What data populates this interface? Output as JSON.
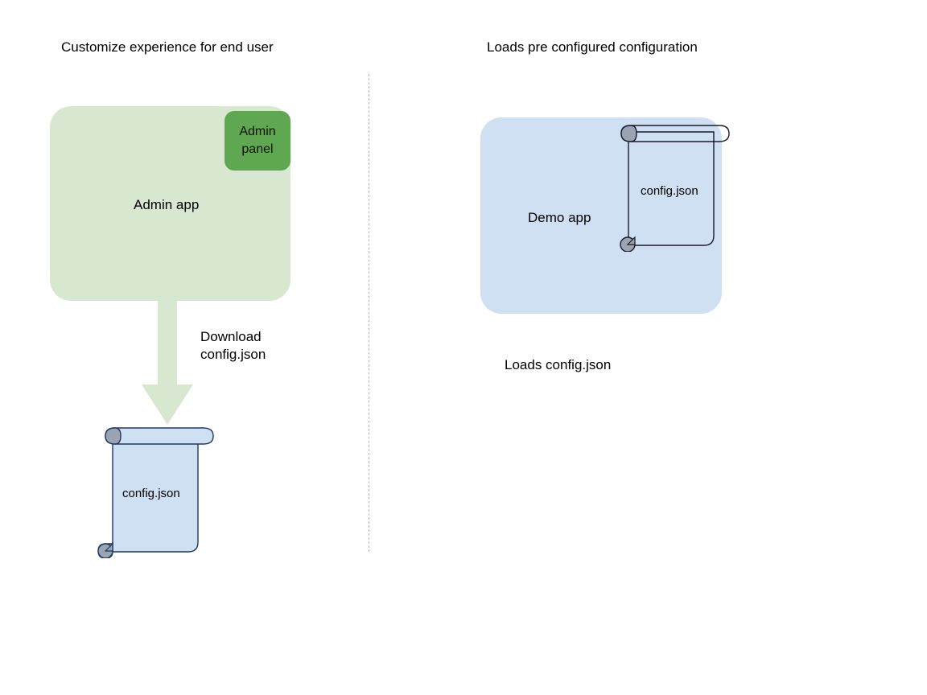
{
  "diagram": {
    "type": "flow-diagram",
    "background": "#ffffff",
    "headings": {
      "left": "Customize experience for end user",
      "right": "Loads pre configured configuration"
    },
    "divider": {
      "style": "dashed-vertical",
      "color": "#b9b9b9"
    },
    "left_flow": {
      "app": {
        "label": "Admin app",
        "fill": "#d8e8d0"
      },
      "badge": {
        "label": "Admin panel",
        "line1": "Admin",
        "line2": "panel",
        "fill": "#5fa750"
      },
      "arrow": {
        "label": "Download config.json",
        "line1": "Download",
        "line2": "config.json",
        "direction": "down",
        "fill": "#d8e8d0"
      },
      "document": {
        "label": "config.json",
        "fill": "#cfe0f3",
        "stroke": "#1f3864",
        "curl_fill": "#9aa5b1"
      }
    },
    "right_flow": {
      "app": {
        "label": "Demo app",
        "fill": "#cfe0f3"
      },
      "document": {
        "label": "config.json",
        "fill": "transparent",
        "stroke": "#1a1a2e",
        "curl_fill": "#9aa5b1"
      },
      "caption": "Loads config.json"
    }
  }
}
